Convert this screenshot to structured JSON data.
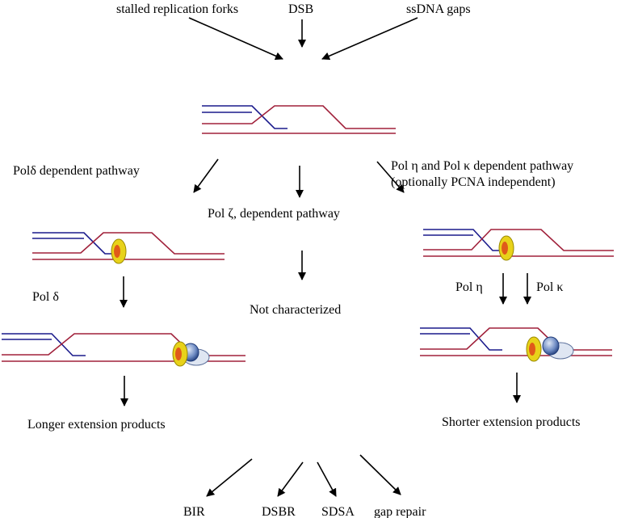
{
  "inputs": {
    "stalled_forks": "stalled replication forks",
    "dsb": "DSB",
    "ssdna_gaps": "ssDNA gaps"
  },
  "pathways": {
    "pol_delta": "Polδ  dependent pathway",
    "pol_zeta": "Pol  ζ, dependent pathway",
    "pol_eta_kappa_line1": "Pol  η  and Pol  κ  dependent pathway",
    "pol_eta_kappa_line2": "(optionally PCNA independent)"
  },
  "steps": {
    "pol_delta": "Pol  δ",
    "pol_eta": "Pol  η",
    "pol_kappa": "Pol  κ",
    "not_characterized": "Not characterized"
  },
  "products": {
    "longer": "Longer extension products",
    "shorter": "Shorter extension products"
  },
  "outcomes": [
    "BIR",
    "DSBR",
    "SDSA",
    "gap repair"
  ],
  "colors": {
    "template_strand": "#a0203a",
    "invading_strand": "#1a1a8c",
    "pcna_outer": "#e8d21a",
    "pcna_inner": "#e05a1a",
    "polymerase": "#3a5fa0",
    "arrow": "#000000"
  }
}
